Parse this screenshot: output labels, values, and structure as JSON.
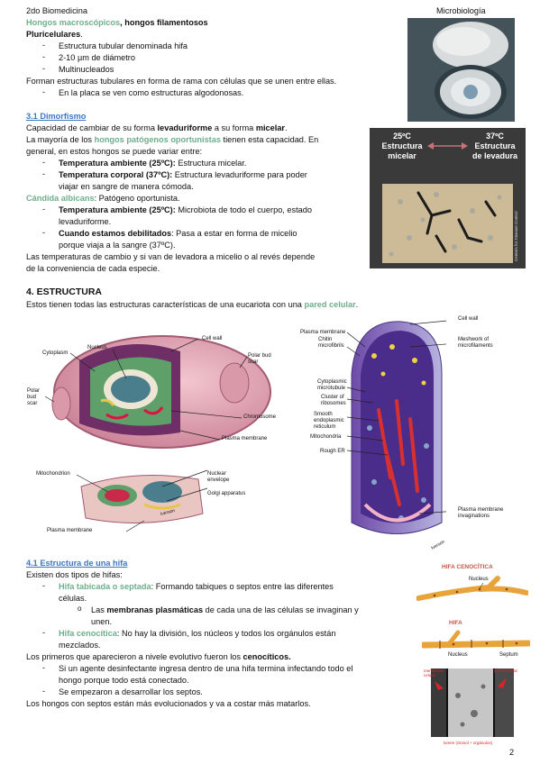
{
  "header": {
    "left": "2do Biomedicina",
    "right": "Microbiología"
  },
  "intro": {
    "l1_green": "Hongos macroscópicos",
    "l1_rest": ", hongos filamentosos",
    "l2": "Pluricelulares",
    "l2_rest": ".",
    "b1": "Estructura tubular denominada hifa",
    "b2": "2-10 µm de diámetro",
    "b3": "Multinucleados",
    "p1": "Forman estructuras tubulares en forma de rama con células que se unen entre ellas.",
    "b4": "En la placa se ven como estructuras algodonosas."
  },
  "dimorfismo": {
    "heading": "3.1 Dimorfismo",
    "p1_a": "Capacidad de cambiar de su forma ",
    "p1_b": "levaduriforme",
    "p1_c": " a su forma ",
    "p1_d": "micelar",
    "p1_e": ".",
    "p2_a": "La mayoría de los ",
    "p2_b": "hongos patógenos oportunistas",
    "p2_c": " tienen esta capacidad. En",
    "p2_d": "general, en estos hongos se puede variar entre:",
    "b1_bold": "Temperatura ambiente (25ºC):",
    "b1_rest": " Estructura micelar.",
    "b2_bold": "Temperatura corporal (37ºC):",
    "b2_rest": " Estructura levaduriforme para poder",
    "b2_rest2": "viajar en sangre de manera cómoda.",
    "candida": "Cándida albicans",
    "candida_rest": ": Patógeno oportunista.",
    "b3_bold": "Temperatura ambiente (25ºC):",
    "b3_rest": " Microbiota de todo el cuerpo, estado",
    "b3_rest2": "levaduriforme.",
    "b4_bold": "Cuando estamos debilitados",
    "b4_rest": ": Pasa a estar en forma de micelio",
    "b4_rest2": "porque viaja a la sangre (37ºC).",
    "p3": "Las temperaturas de cambio y si van de levadora a micelio o al revés depende",
    "p4": "de la conveniencia de cada especie."
  },
  "dimorph_figure": {
    "left_temp": "25ºC",
    "left_l1": "Estructura",
    "left_l2": "micelar",
    "right_temp": "37ºC",
    "right_l1": "Estructura",
    "right_l2": "de levadura",
    "credit": "Centers for Disease Control"
  },
  "estructura": {
    "heading": "4. ESTRUCTURA",
    "p1_a": "Estos tienen todas las estructuras características de una eucariota con una ",
    "p1_b": "pared celular",
    "p1_c": "."
  },
  "yeast_labels": {
    "nucleus": "Nucleus",
    "cytoplasm": "Cytoplasm",
    "cell_wall": "Cell wall",
    "polar_bud_scar_r1": "Polar bud",
    "polar_bud_scar_r2": "scar",
    "polar_l1": "Polar",
    "polar_l2": "bud",
    "polar_l3": "scar",
    "chromosome": "Chromosome",
    "plasma_membrane": "Plasma membrane",
    "mitochondrion": "Mitochondrion",
    "nuclear_env_1": "Nuclear",
    "nuclear_env_2": "envelope",
    "golgi": "Golgi apparatus",
    "plasma_membrane_2": "Plasma membrane",
    "artist": "Iverson"
  },
  "wall_labels": {
    "cell_wall": "Cell wall",
    "plasma_membrane": "Plasma membrane",
    "chitin_1": "Chitin",
    "chitin_2": "microfibrils",
    "meshwork_1": "Meshwork of",
    "meshwork_2": "microfilaments",
    "cyto_1": "Cytoplasmic",
    "cyto_2": "microtubule",
    "cluster_1": "Cluster of",
    "cluster_2": "ribosomes",
    "smooth_1": "Smooth",
    "smooth_2": "endoplasmic",
    "smooth_3": "reticulum",
    "mito": "Mitochondria",
    "rough": "Rough ER",
    "pm_inv_1": "Plasma membrane",
    "pm_inv_2": "invaginations",
    "artist": "Iverson"
  },
  "hifa": {
    "heading": "4.1 Estructura de una hifa",
    "p1": "Existen dos tipos de hifas:",
    "b1_green": "Hifa tabicada o septada",
    "b1_rest": ": Formando tabiques o septos entre las diferentes",
    "b1_rest2": "células.",
    "sub_a": "Las ",
    "sub_b": "membranas plasmáticas",
    "sub_c": " de cada una de las células se invaginan y",
    "sub_d": "unen.",
    "b2_green": "Hifa cenocítica",
    "b2_rest": ": No hay la división, los núcleos y todos los orgánulos están",
    "b2_rest2": "mezclados.",
    "p2_a": "Los primeros que aparecieron a nivele evolutivo fueron los ",
    "p2_b": "cenocíticos.",
    "b3": "Si un agente desinfectante ingresa dentro de una hifa termina infectando todo el",
    "b3_2": "hongo porque todo está conectado.",
    "b4": "Se empezaron a desarrollar los septos.",
    "p3": "Los hongos con septos están más evolucionados y va a costar más matarlos."
  },
  "hifa_figure": {
    "title1": "HIFA CENOCÍTICA",
    "nucleus1": "Nucleus",
    "title2": "HIFA",
    "nucleus2": "Nucleus",
    "septum": "Septum",
    "mem_1": "membrana",
    "mem_2": "celular",
    "pared": "pared celular",
    "lumen": "lumen (citosol + orgánulos)"
  },
  "page_number": "2",
  "colors": {
    "accent_green": "#6fae8c",
    "accent_blue": "#3b78c4",
    "dimorph_bg": "#3a3a3a",
    "hyphae_orange": "#e8a33a"
  }
}
